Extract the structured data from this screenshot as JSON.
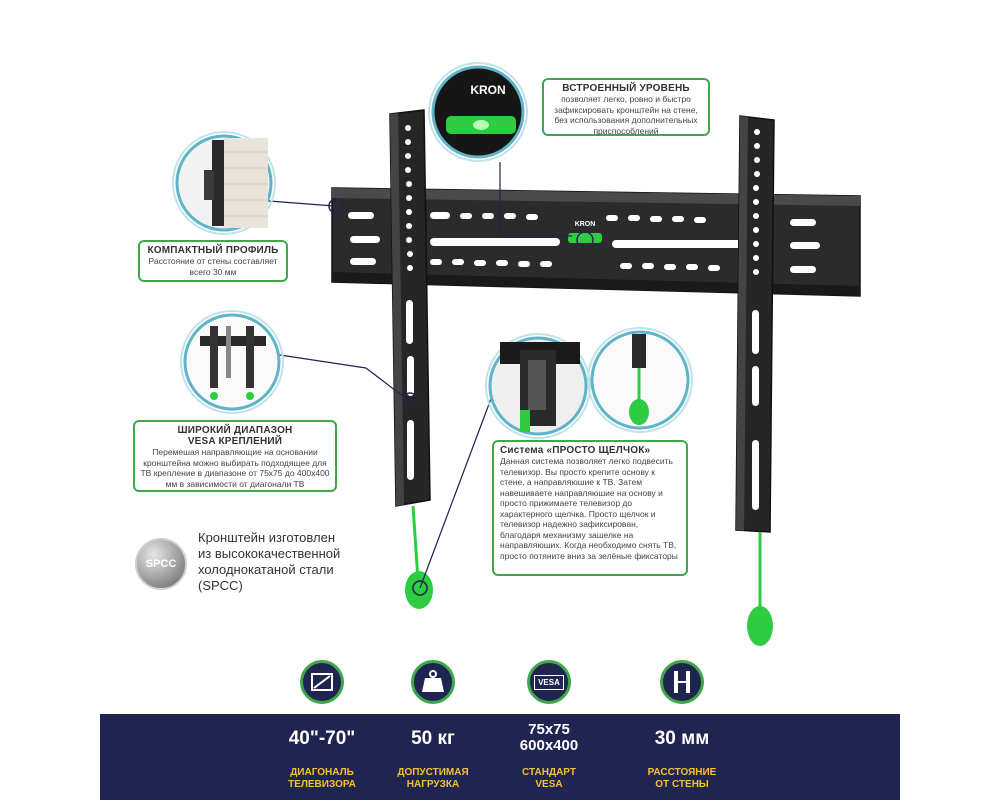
{
  "callouts": {
    "level": {
      "title": "ВСТРОЕННЫЙ УРОВЕНЬ",
      "body": "позволяет легко, ровно и быстро зафиксировать кронштейн на стене, без использования дополнительных приспособлений"
    },
    "profile": {
      "title": "КОМПАКТНЫЙ ПРОФИЛЬ",
      "body": "Расстояние от стены составляет всего 30 мм"
    },
    "vesa": {
      "title_line1": "ШИРОКИЙ ДИАПАЗОН",
      "title_line2": "VESA КРЕПЛЕНИЙ",
      "body": "Перемешая направляющие на основании кронштейна можно выбирать подходящее для ТВ крепление в диапазоне от 75х75 до 400х400 мм в зависимости от диагонали ТВ"
    },
    "click": {
      "title": "Система «ПРОСТО ЩЕЛЧОК»",
      "body": "Данная система позволяет легко подвесить телевизор. Вы просто крепите основу к стене, а направляюшие к ТВ. Затем навешиваете направляюшие на основу и просто прижимаете телевизор до характерного щелчка. Просто щелчок и телевизор надежно зафиксирован, благодаря механизму зашелке на направляюших. Когда необходимо снять ТВ, просто потяните вниз за зелёные фиксаторы"
    }
  },
  "brand": {
    "logo_text": "KRON",
    "accent_color": "#3ea84a",
    "navy_color": "#1f2450",
    "gold_color": "#f2c230"
  },
  "spcc": {
    "badge": "SPCC",
    "text_line1": "Кронштейн изготовлен",
    "text_line2": "из высококачественной",
    "text_line3": "холоднокатаной стали",
    "text_line4": "(SPCC)"
  },
  "stats": [
    {
      "icon": "diagonal-icon",
      "value": "40\"-70\"",
      "label_line1": "ДИАГОНАЛЬ",
      "label_line2": "ТЕЛЕВИЗОРА"
    },
    {
      "icon": "weight-icon",
      "value": "50 кг",
      "label_line1": "ДОПУСТИМАЯ",
      "label_line2": "НАГРУЗКА"
    },
    {
      "icon": "vesa-icon",
      "icon_text": "VESA",
      "value_line1": "75x75",
      "value_line2": "600x400",
      "label_line1": "СТАНДАРТ",
      "label_line2": "VESA"
    },
    {
      "icon": "wall-distance-icon",
      "value": "30 мм",
      "label_line1": "РАССТОЯНИЕ",
      "label_line2": "ОТ СТЕНЫ"
    }
  ]
}
